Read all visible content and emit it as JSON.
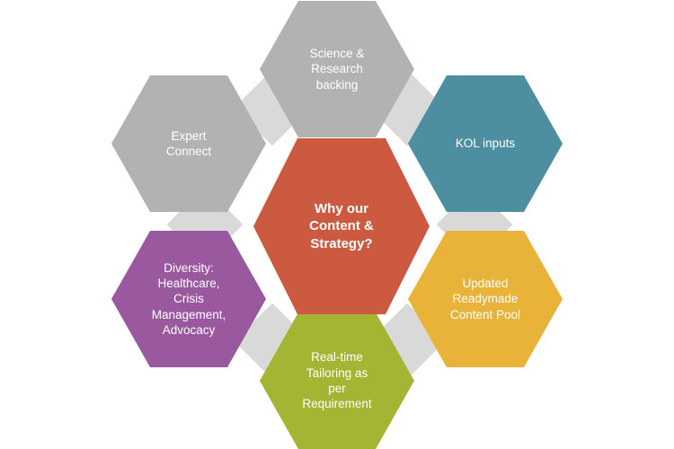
{
  "diagram": {
    "background_color": "#ffffff",
    "connector_color": "#d9d9d9",
    "text_color": "#ffffff",
    "center": {
      "label": "Why our\nContent &\nStrategy?",
      "color": "#cc5a41"
    },
    "nodes": [
      {
        "position": "top",
        "label": "Science &\nResearch\nbacking",
        "color": "#b2b2b2"
      },
      {
        "position": "top-right",
        "label": "KOL inputs",
        "color": "#4d8fa0"
      },
      {
        "position": "bottom-right",
        "label": "Updated\nReadymade\nContent Pool",
        "color": "#e8b338"
      },
      {
        "position": "bottom",
        "label": "Real-time\nTailoring as\nper\nRequirement",
        "color": "#a4b534"
      },
      {
        "position": "bottom-left",
        "label": "Diversity:\nHealthcare,\nCrisis\nManagement,\nAdvocacy",
        "color": "#9a599f"
      },
      {
        "position": "top-left",
        "label": "Expert\nConnect",
        "color": "#b2b2b2"
      }
    ]
  }
}
